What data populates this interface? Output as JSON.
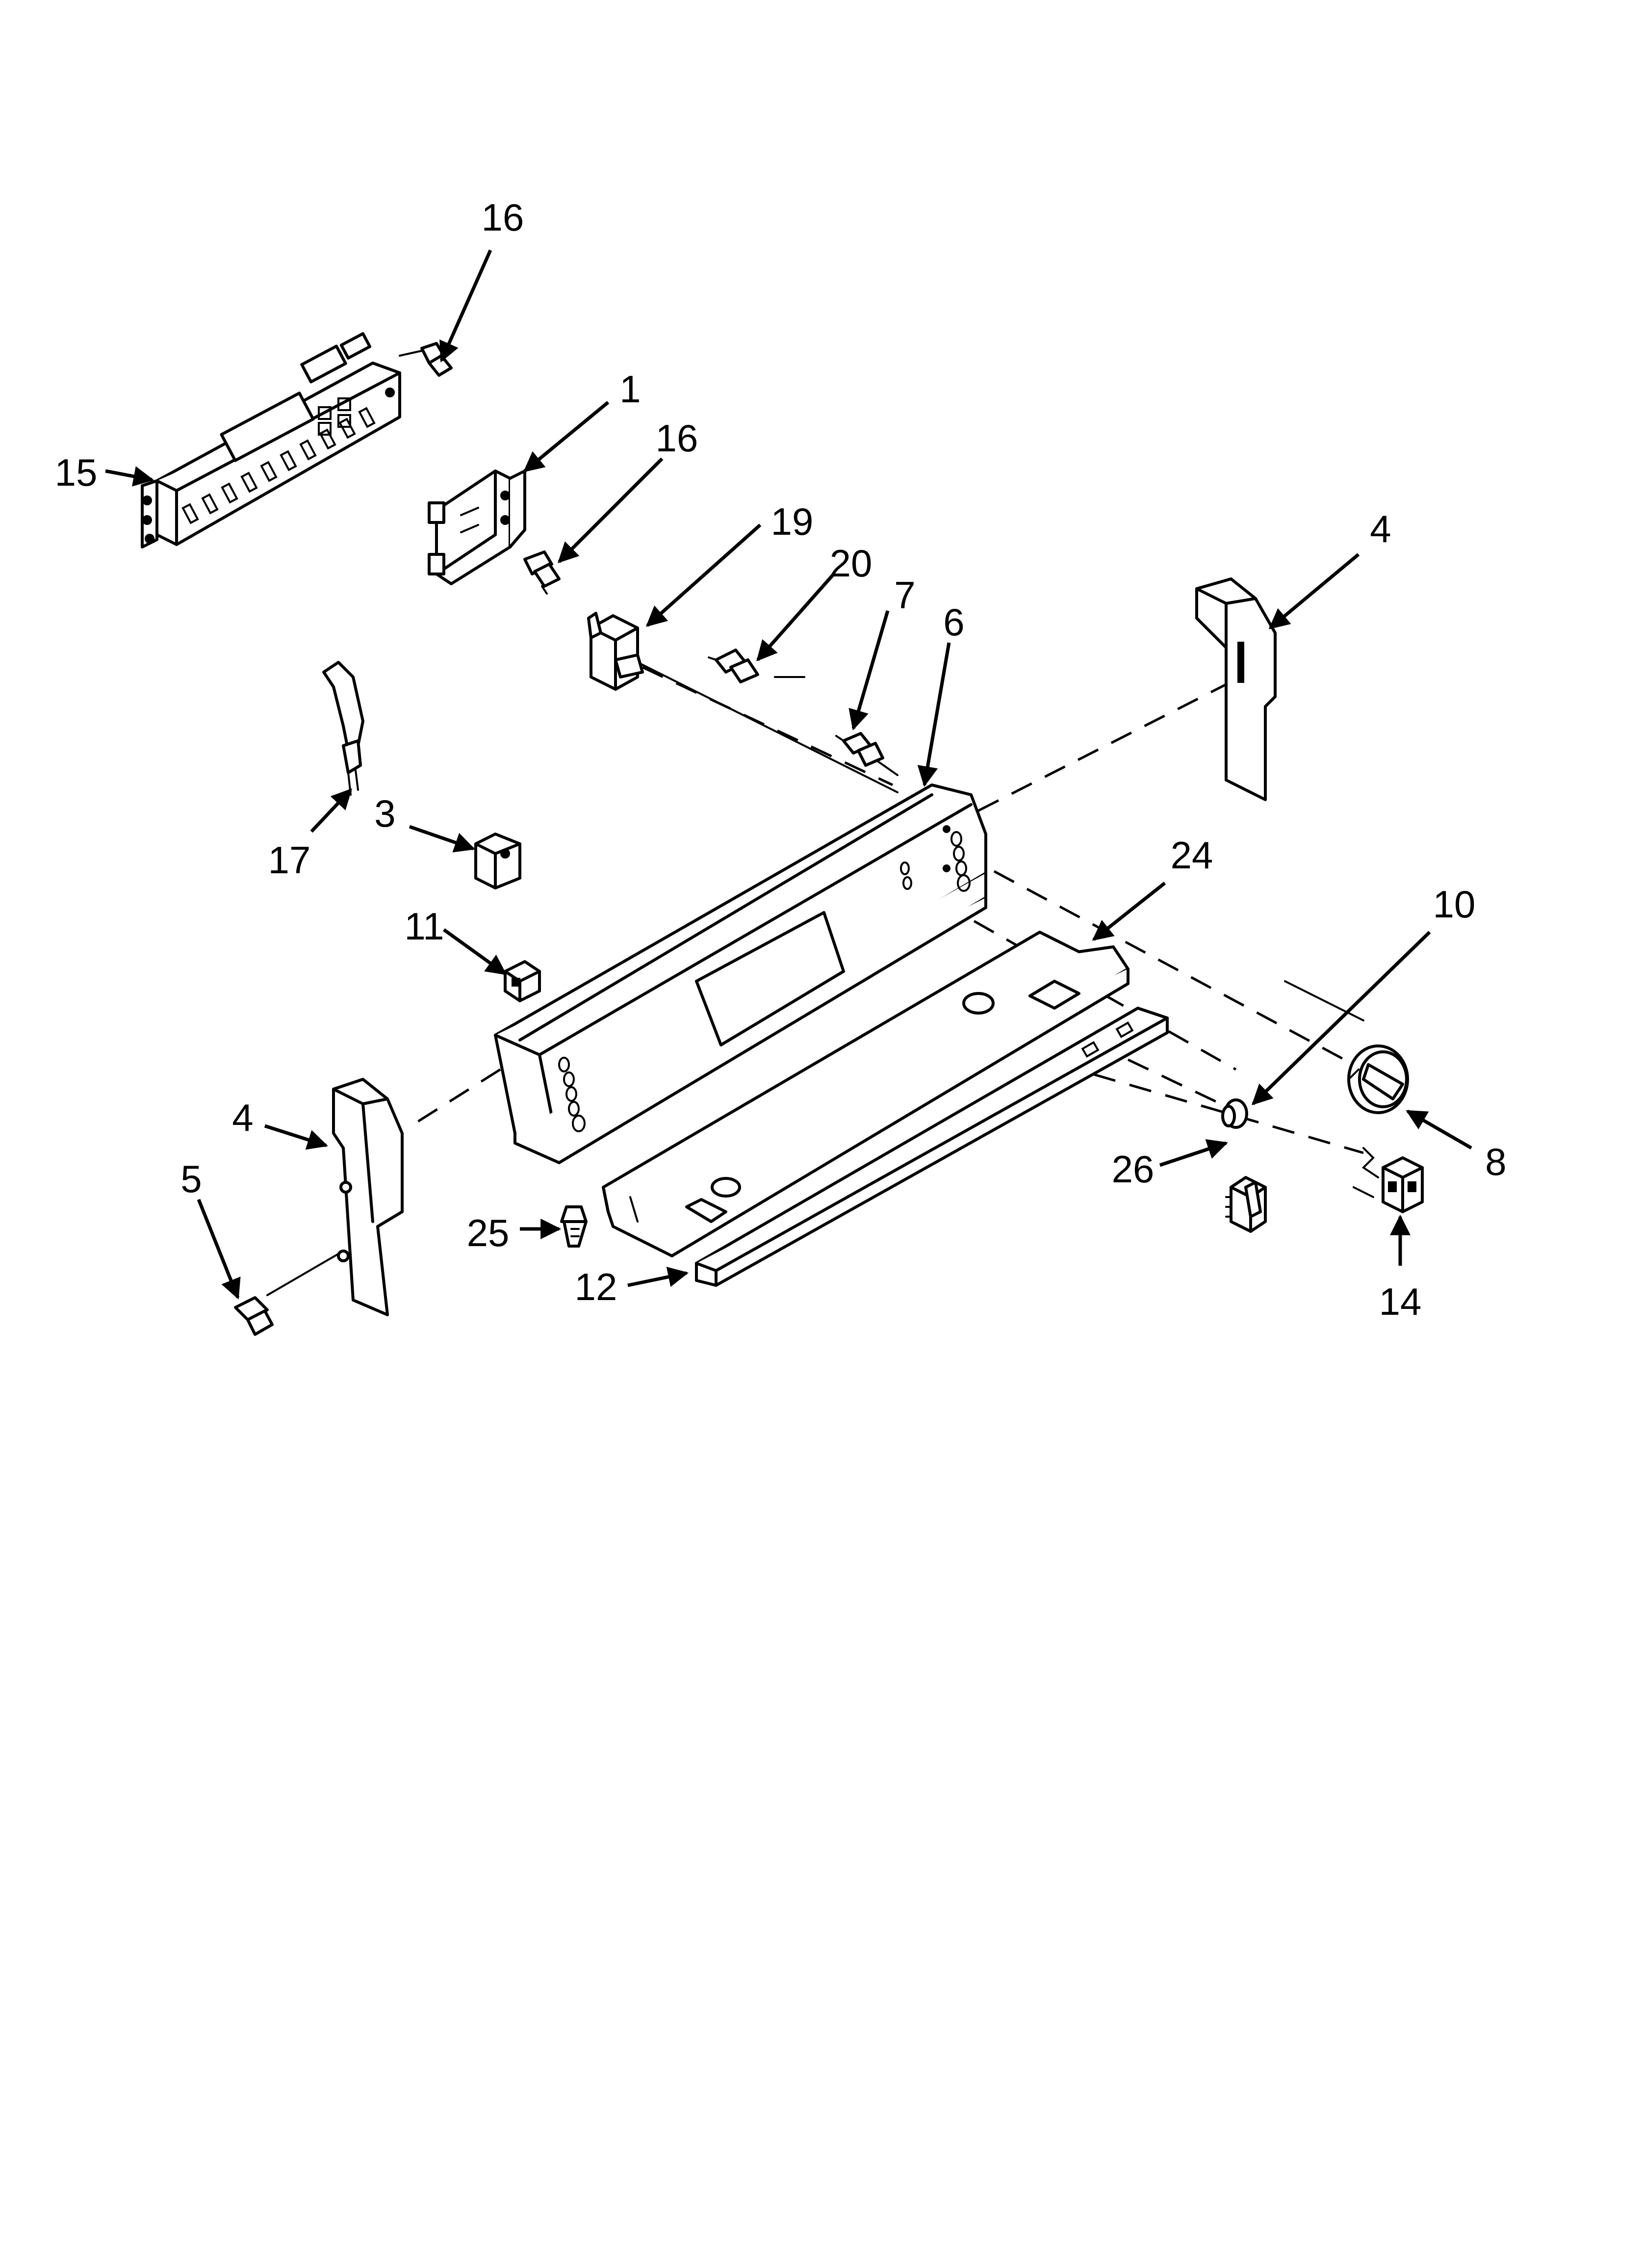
{
  "diagram": {
    "callouts": [
      {
        "id": "c16a",
        "label": "16"
      },
      {
        "id": "c15",
        "label": "15"
      },
      {
        "id": "c1",
        "label": "1"
      },
      {
        "id": "c16b",
        "label": "16"
      },
      {
        "id": "c19",
        "label": "19"
      },
      {
        "id": "c20",
        "label": "20"
      },
      {
        "id": "c7",
        "label": "7"
      },
      {
        "id": "c6",
        "label": "6"
      },
      {
        "id": "c4a",
        "label": "4"
      },
      {
        "id": "c3",
        "label": "3"
      },
      {
        "id": "c17",
        "label": "17"
      },
      {
        "id": "c11",
        "label": "11"
      },
      {
        "id": "c24",
        "label": "24"
      },
      {
        "id": "c10",
        "label": "10"
      },
      {
        "id": "c4b",
        "label": "4"
      },
      {
        "id": "c5",
        "label": "5"
      },
      {
        "id": "c8",
        "label": "8"
      },
      {
        "id": "c26",
        "label": "26"
      },
      {
        "id": "c25",
        "label": "25"
      },
      {
        "id": "c12",
        "label": "12"
      },
      {
        "id": "c14",
        "label": "14"
      }
    ]
  }
}
